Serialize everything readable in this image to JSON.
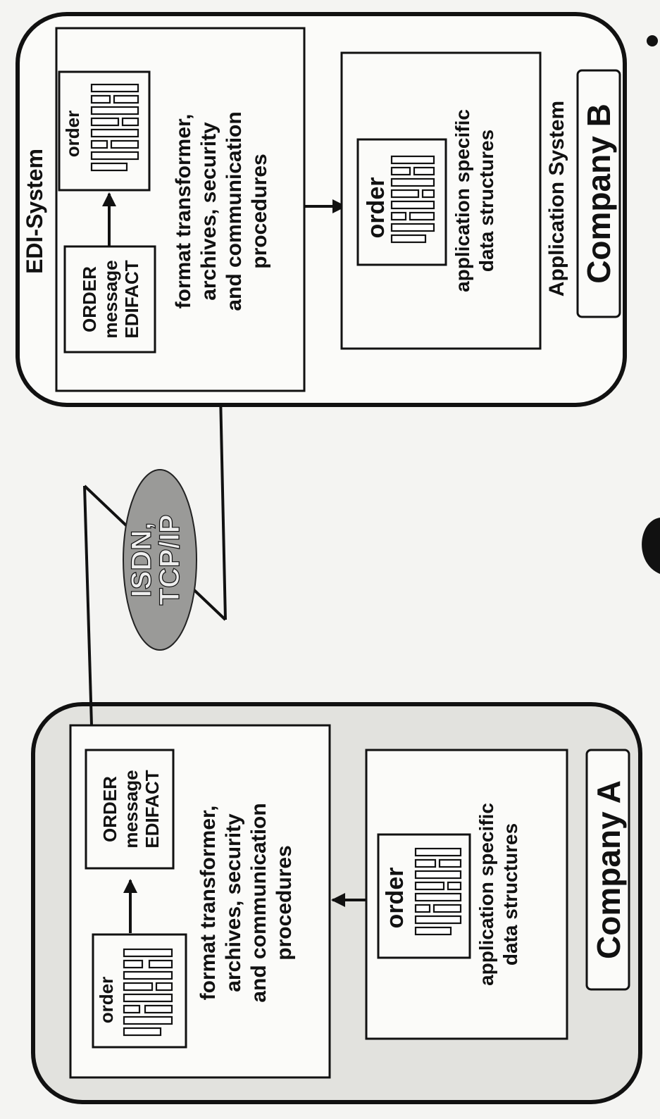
{
  "company_a": {
    "order_doc_label": "order",
    "edifact_lines": [
      "ORDER",
      "message",
      "EDIFACT"
    ],
    "procedures_lines": [
      "format transformer,",
      "archives, security",
      "and communication",
      "procedures"
    ],
    "app_order_label": "order",
    "app_lines": [
      "application specific",
      "data structures"
    ],
    "company_label": "Company A"
  },
  "company_b": {
    "system_title": "EDI-System",
    "order_doc_label": "order",
    "edifact_lines": [
      "ORDER",
      "message",
      "EDIFACT"
    ],
    "procedures_lines": [
      "format transformer,",
      "archives, security",
      "and communication",
      "procedures"
    ],
    "app_order_label": "order",
    "app_lines": [
      "application specific",
      "data structures"
    ],
    "app_system_title": "Application System",
    "company_label": "Company B"
  },
  "network": {
    "lines": [
      "ISDN,",
      "TCP/IP"
    ]
  },
  "colors": {
    "ink": "#111111",
    "company_a_fill": "#e2e2de",
    "network_cloud": "#9a9a98"
  }
}
